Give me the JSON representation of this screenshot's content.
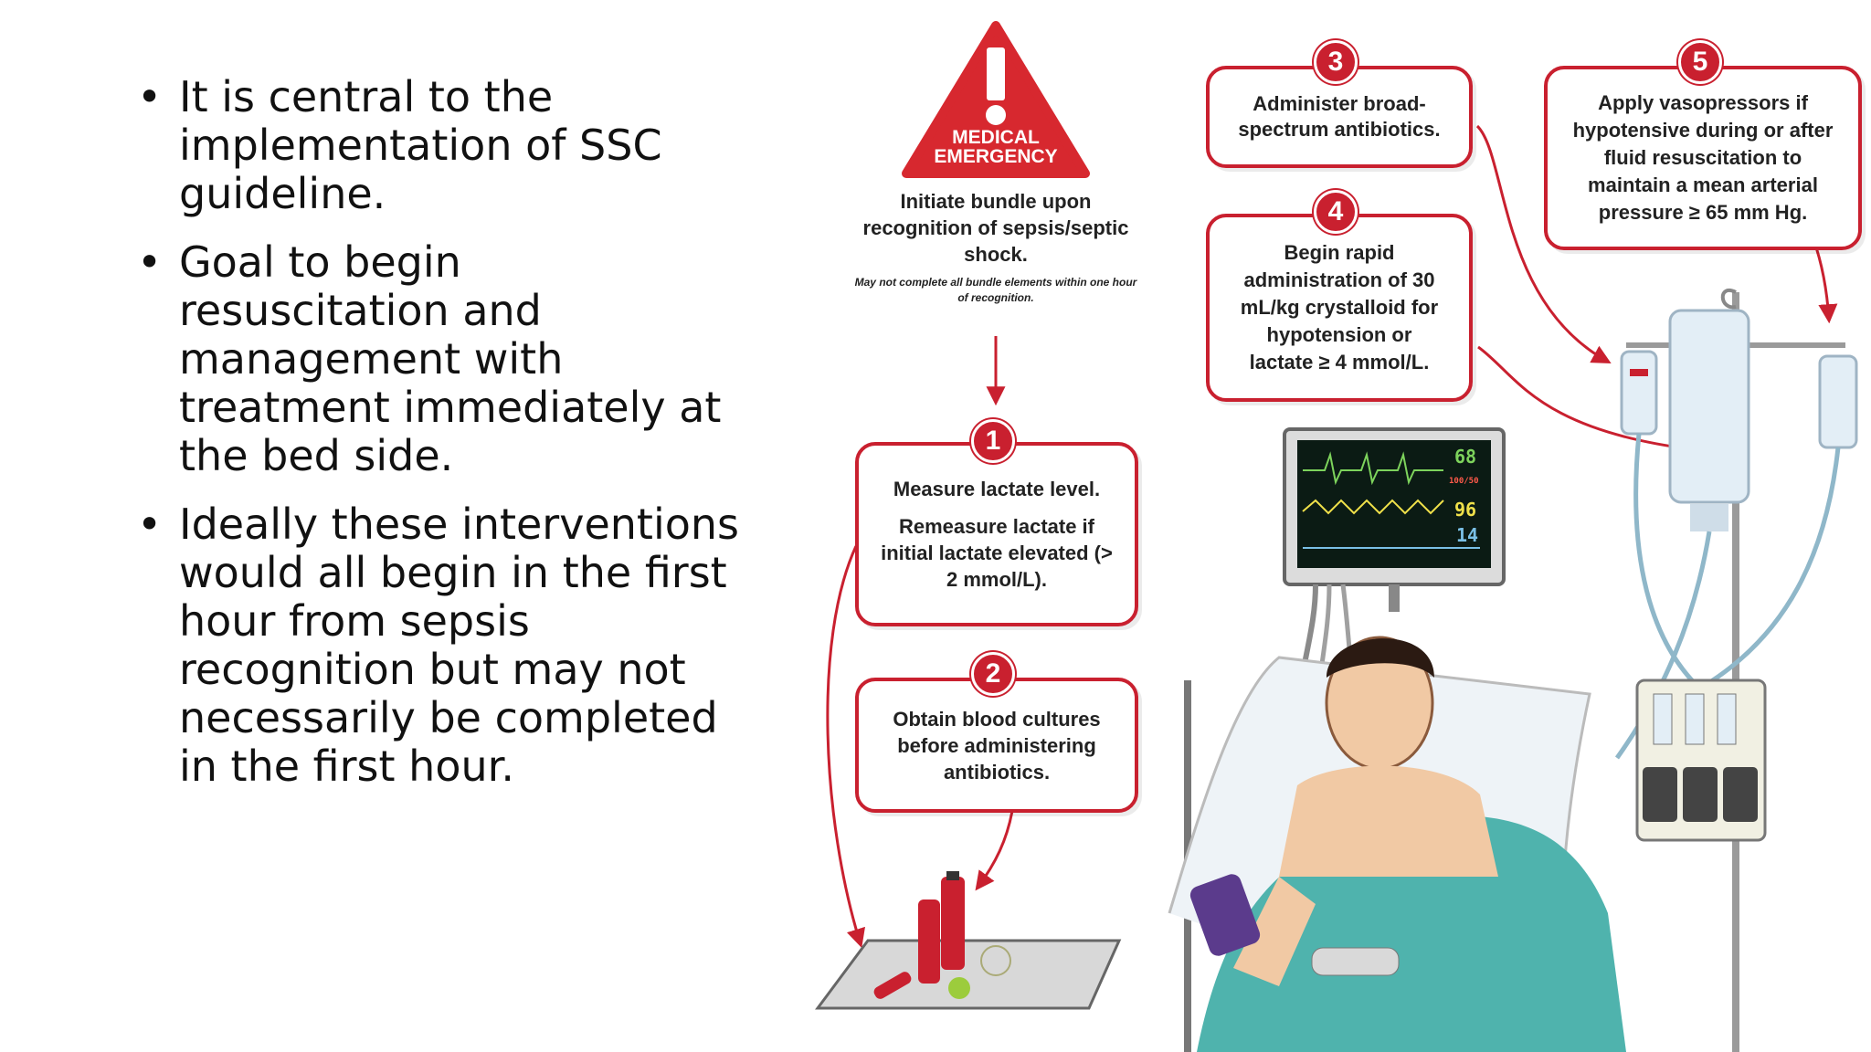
{
  "bullets": [
    "It is central to the implementation of SSC guideline.",
    "Goal to begin resuscitation and management with treatment immediately at the bed side.",
    "Ideally these interventions would all begin in the first hour from sepsis recognition but may not necessarily be completed in the first hour."
  ],
  "bullet_char": "•",
  "figure": {
    "warning": {
      "line1": "MEDICAL",
      "line2": "EMERGENCY"
    },
    "intro": {
      "main": "Initiate bundle upon recognition of sepsis/septic shock.",
      "note": "May not complete all bundle elements within one hour of recognition."
    },
    "steps": [
      {
        "number": "1",
        "lines": [
          "Measure lactate level.",
          "Remeasure lactate if initial lactate elevated (> 2 mmol/L)."
        ]
      },
      {
        "number": "2",
        "lines": [
          "Obtain blood cultures before administering antibiotics."
        ]
      },
      {
        "number": "3",
        "lines": [
          "Administer broad-spectrum antibiotics."
        ]
      },
      {
        "number": "4",
        "lines": [
          "Begin rapid administration of 30 mL/kg crystalloid for hypotension or lactate ≥ 4 mmol/L."
        ]
      },
      {
        "number": "5",
        "lines": [
          "Apply vasopressors if hypotensive during or after fluid resuscitation to maintain a mean arterial pressure ≥ 65 mm Hg."
        ]
      }
    ],
    "monitor": {
      "hr": "68",
      "bp": "100/50",
      "spo2": "96",
      "rr": "14"
    },
    "colors": {
      "accent": "#c9202f",
      "sheet": "#4fb3ad",
      "monitor_bg": "#0b1b14"
    }
  }
}
